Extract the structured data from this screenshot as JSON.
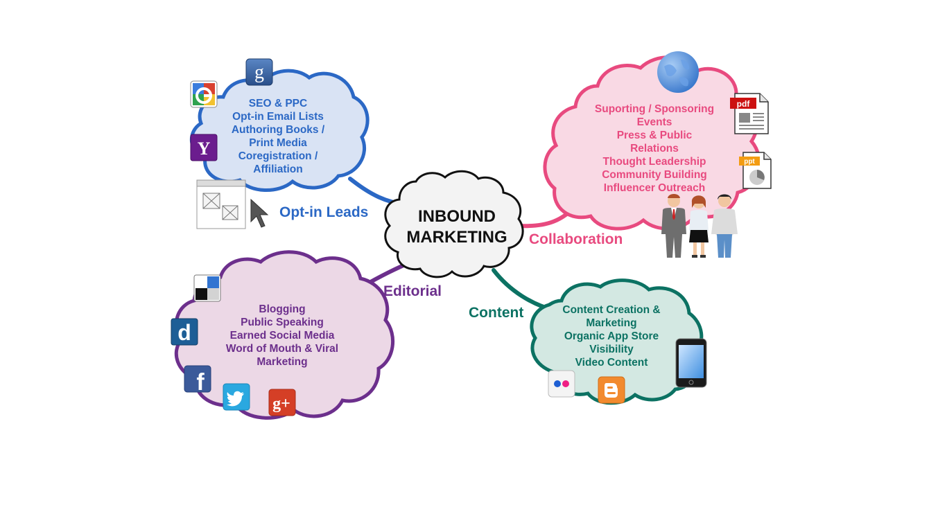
{
  "center": {
    "line1": "INBOUND",
    "line2": "MARKETING"
  },
  "colors": {
    "optin": "#2b68c5",
    "collaboration": "#e84a7f",
    "editorial": "#6c2f8c",
    "content": "#0c7263",
    "optin_fill": "#d9e3f4",
    "collaboration_fill": "#f9d9e4",
    "editorial_fill": "#ecd8e6",
    "content_fill": "#d3e8e2",
    "center_fill": "#f3f3f3"
  },
  "branches": {
    "optin": {
      "label": "Opt-in Leads",
      "items": [
        "SEO & PPC",
        "Opt-in Email Lists",
        "Authoring Books /",
        "Print Media",
        "Coregistration /",
        "Affiliation"
      ]
    },
    "collaboration": {
      "label": "Collaboration",
      "items": [
        "Suporting / Sponsoring",
        "Events",
        "Press & Public",
        "Relations",
        "Thought Leadership",
        "Community Building",
        "Influencer Outreach"
      ]
    },
    "editorial": {
      "label": "Editorial",
      "items": [
        "Blogging",
        "Public Speaking",
        "Earned Social Media",
        "Word of Mouth & Viral",
        "Marketing"
      ]
    },
    "content": {
      "label": "Content",
      "items": [
        "Content Creation &",
        "Marketing",
        "Organic App Store",
        "Visibility",
        "Video Content"
      ]
    }
  },
  "icons": {
    "google_square": {
      "name": "google-icon",
      "glyph": "g"
    },
    "google_color": {
      "name": "google-color-icon"
    },
    "yahoo": {
      "name": "yahoo-icon",
      "glyph": "Y"
    },
    "ad_window": {
      "name": "ad-window-icon"
    },
    "cursor": {
      "name": "cursor-icon"
    },
    "globe": {
      "name": "globe-icon"
    },
    "pdf": {
      "name": "pdf-icon",
      "glyph": "pdf"
    },
    "ppt": {
      "name": "ppt-icon",
      "glyph": "ppt"
    },
    "people": {
      "name": "people-icon"
    },
    "delicious": {
      "name": "delicious-icon"
    },
    "digg": {
      "name": "digg-icon",
      "glyph": "d"
    },
    "facebook": {
      "name": "facebook-icon",
      "glyph": "f"
    },
    "twitter": {
      "name": "twitter-icon"
    },
    "google_plus": {
      "name": "google-plus-icon",
      "glyph": "g+"
    },
    "flickr": {
      "name": "flickr-icon"
    },
    "blogger": {
      "name": "blogger-icon"
    },
    "phone": {
      "name": "phone-icon"
    }
  }
}
